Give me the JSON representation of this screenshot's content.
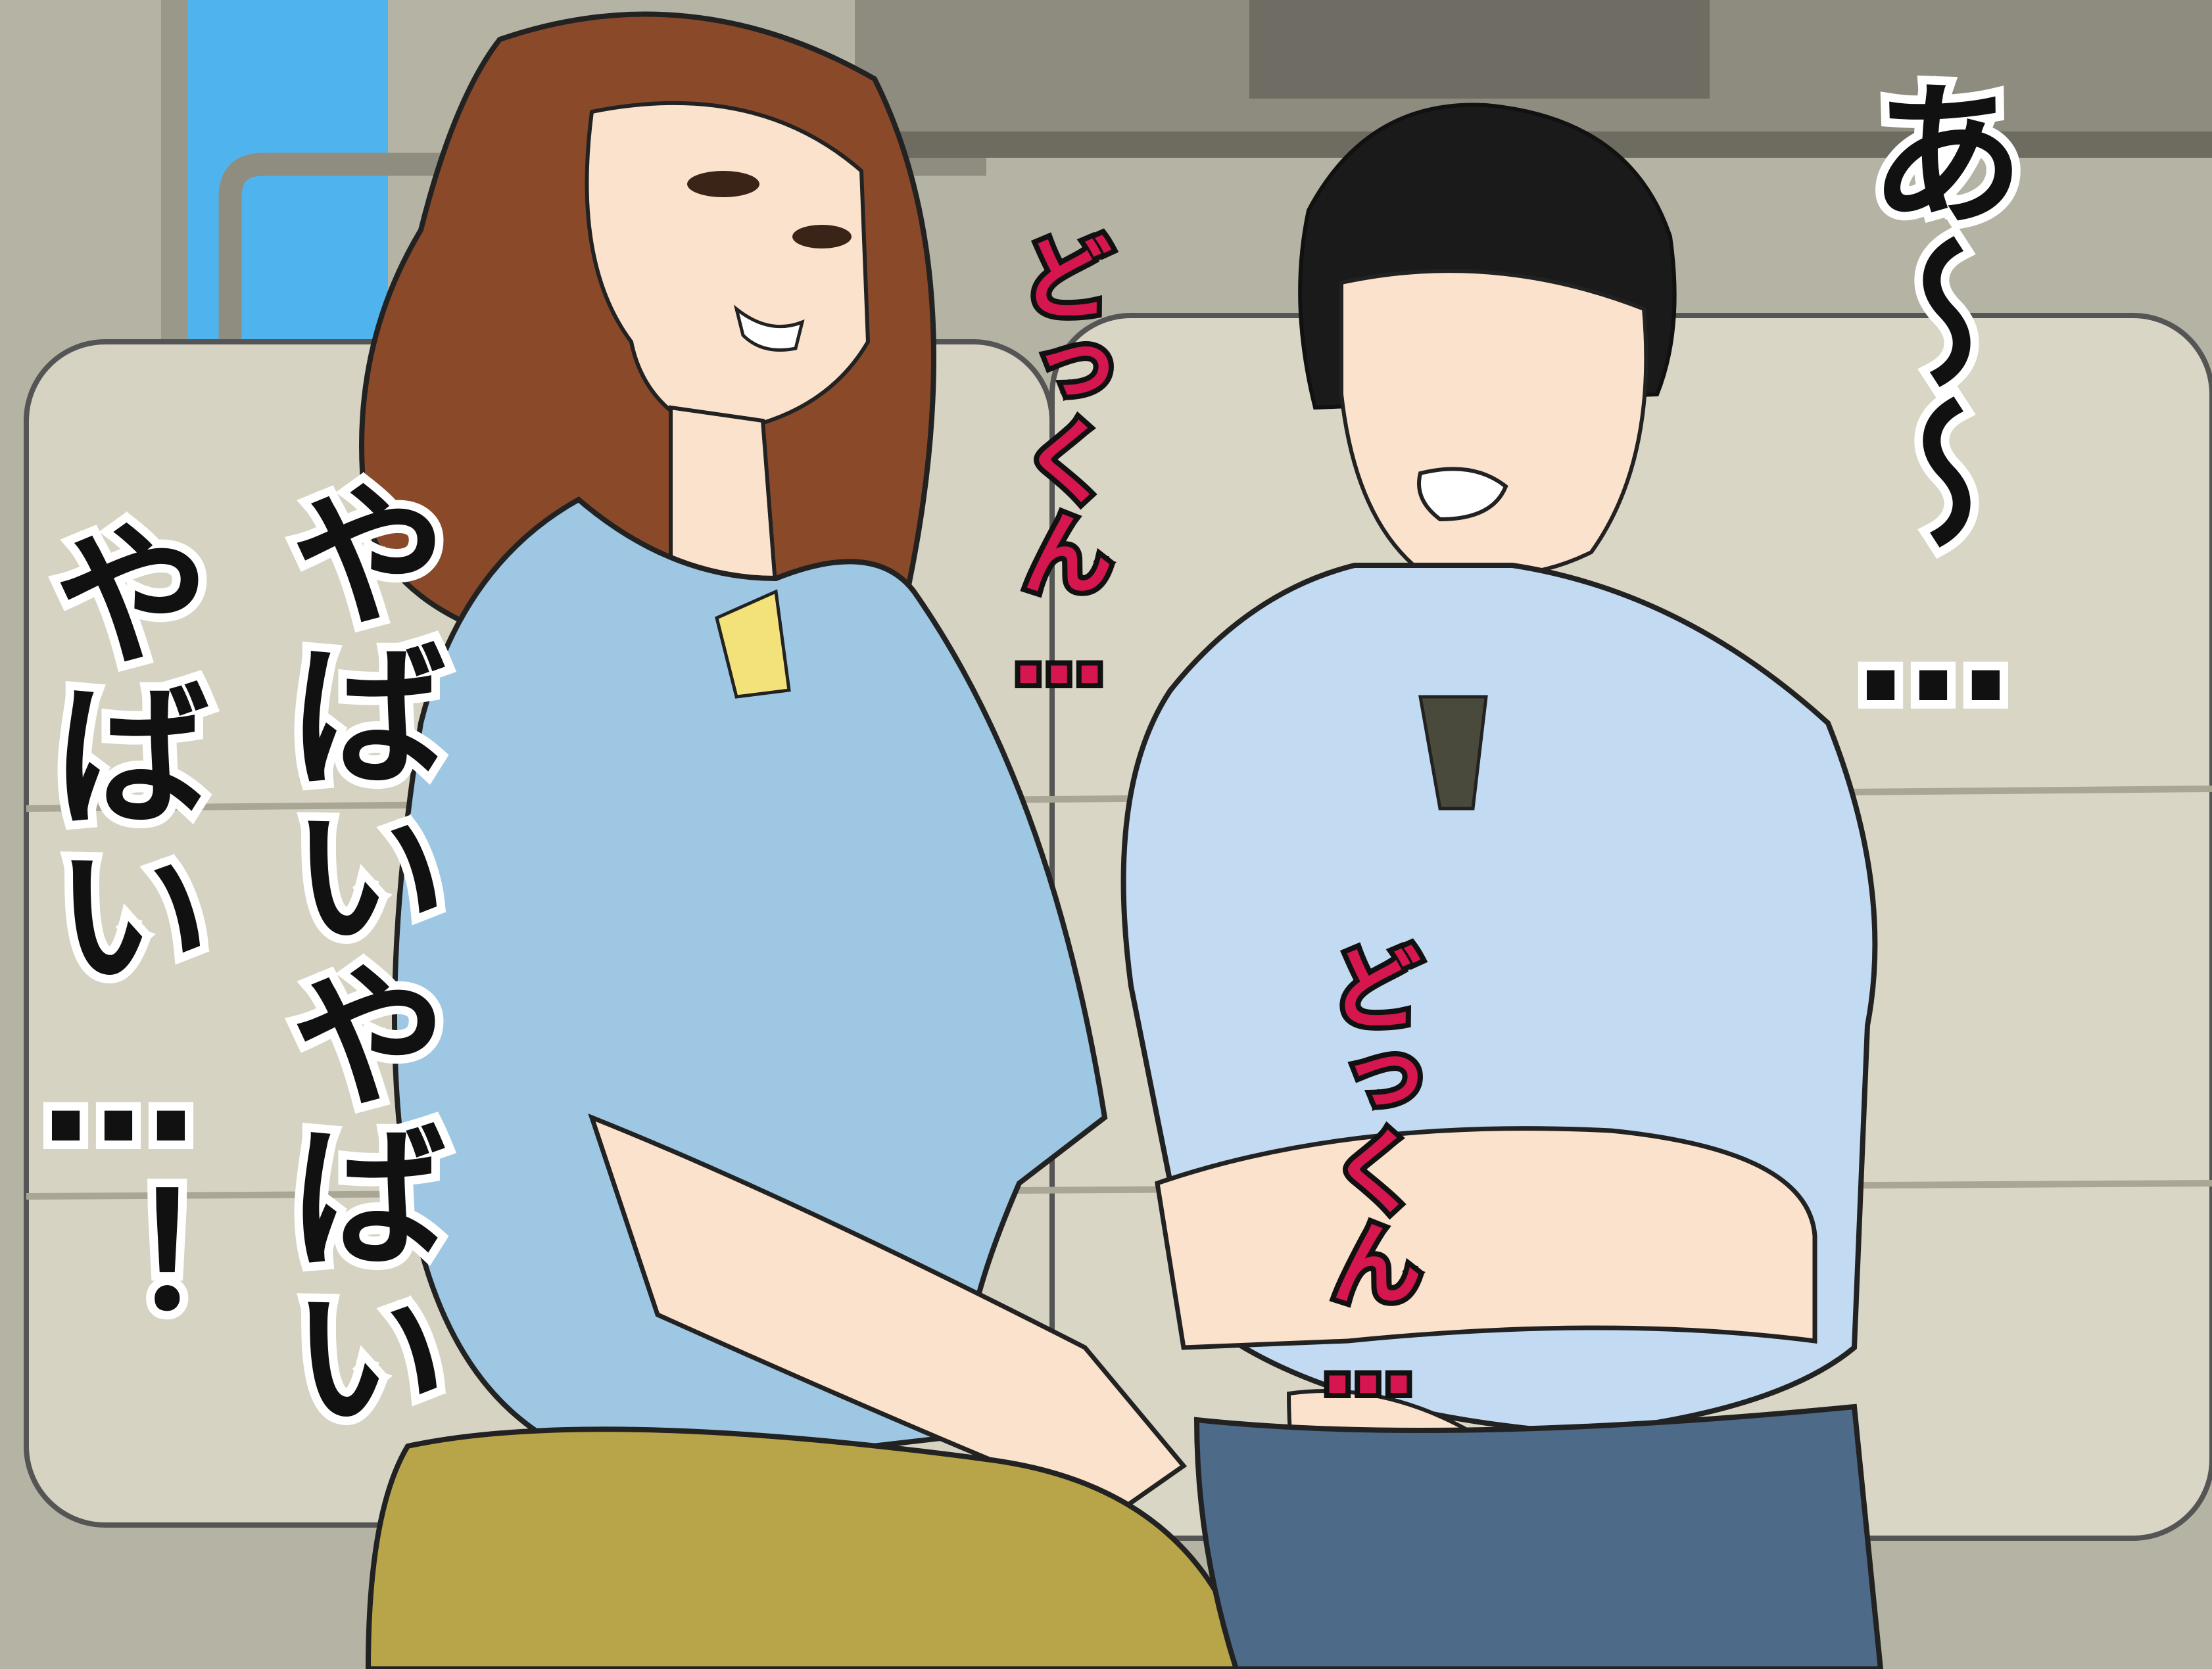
{
  "sfx": {
    "heartbeat_upper": "どっくん…",
    "heartbeat_lower": "どっくん…"
  },
  "dialogue": {
    "boy_shout": "あ〜〜…",
    "woman_line_1": "やばいやばい",
    "woman_line_2": "やばい…！"
  },
  "colors": {
    "sky": "#4fb4ee",
    "seat": "#d9d6c6",
    "woman_shirt": "#9ec7e3",
    "boy_shirt": "#c2dbf2",
    "woman_hair": "#8a4a2a",
    "boy_hair": "#1a1a1a",
    "pants_woman": "#b8a54a",
    "pants_boy": "#4d6a88",
    "sfx_red": "#d5164f",
    "skin": "#fbe2cc"
  }
}
